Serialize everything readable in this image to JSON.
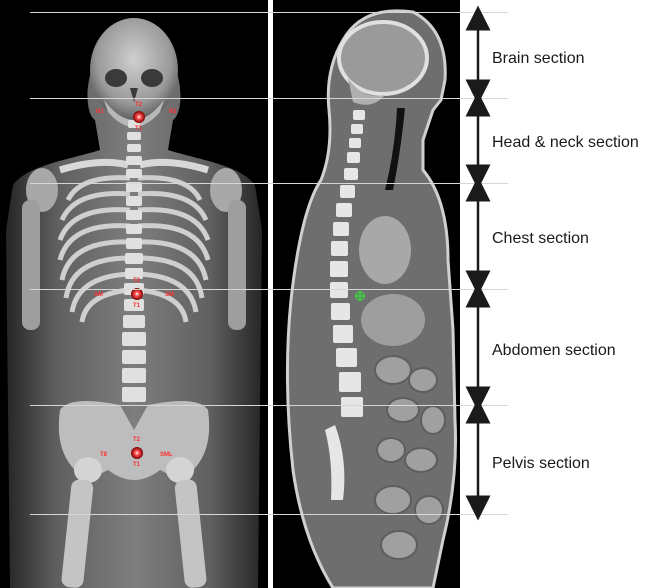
{
  "sections": [
    {
      "label": "Brain section"
    },
    {
      "label": "Head & neck section"
    },
    {
      "label": "Chest section"
    },
    {
      "label": "Abdomen section"
    },
    {
      "label": "Pelvis section"
    }
  ],
  "xray_markers": {
    "neck": {
      "top": "T2",
      "bottom": "T1",
      "left": "N1",
      "right": "N2"
    },
    "chest": {
      "top": "T2",
      "bottom": "T1",
      "left": "SM",
      "right": "SM"
    },
    "pelvis": {
      "top": "T2",
      "bottom": "T1",
      "left": "T8",
      "right": "SML"
    }
  },
  "colors": {
    "background": "#000000",
    "bone": "#e8e8e8",
    "soft_tissue": "#8a8a8a",
    "marker": "#ff2a2a",
    "ct_marker": "#3cd23c",
    "divider": "#d6d6d6",
    "arrow": "#1a1a1a"
  }
}
